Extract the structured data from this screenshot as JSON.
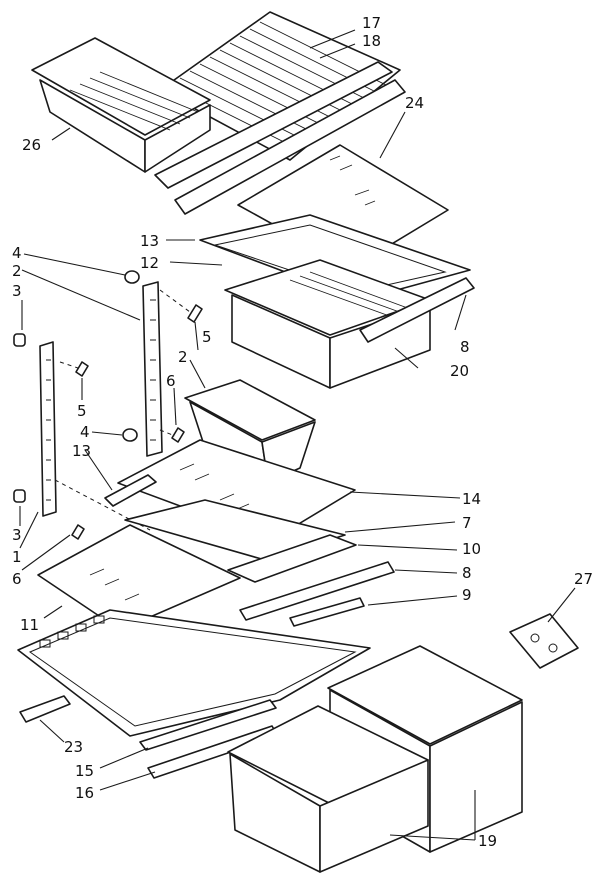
{
  "callouts": {
    "c17": "17",
    "c18": "18",
    "c24": "24",
    "c26": "26",
    "c13a": "13",
    "c12": "12",
    "c4a": "4",
    "c2a": "2",
    "c3a": "3",
    "c5a": "5",
    "c2b": "2",
    "c8a": "8",
    "c20": "20",
    "c5b": "5",
    "c6a": "6",
    "c4b": "4",
    "c13b": "13",
    "c14": "14",
    "c7": "7",
    "c3b": "3",
    "c1": "1",
    "c6b": "6",
    "c10": "10",
    "c8b": "8",
    "c9": "9",
    "c11": "11",
    "c27": "27",
    "c23": "23",
    "c15": "15",
    "c16": "16",
    "c19": "19"
  }
}
